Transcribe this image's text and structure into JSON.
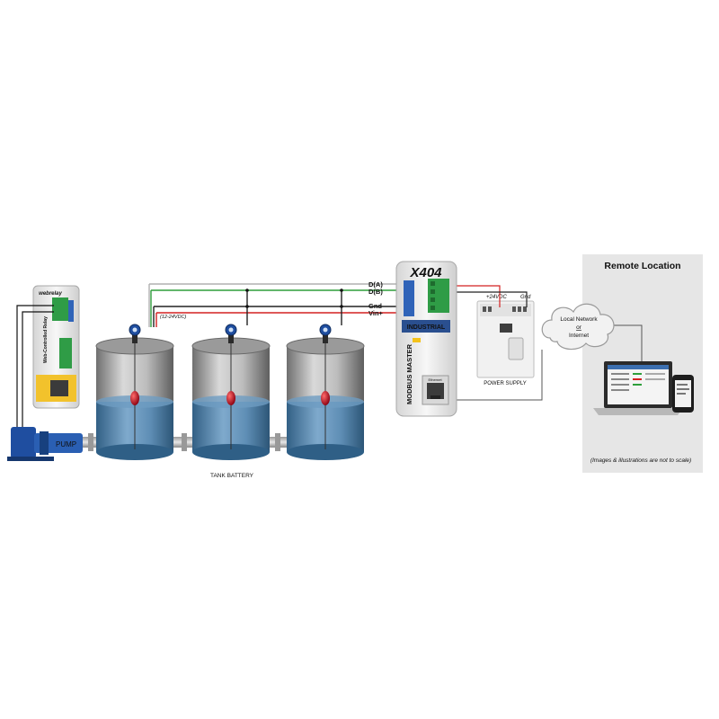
{
  "wires": {
    "d_a": "D(A)",
    "d_b": "D(B)",
    "gnd": "Gnd",
    "vin": "Vin+",
    "supply_note": "(12-24VDC)"
  },
  "relay": {
    "brand": "webrelay",
    "side_label": "Web-Controlled Relay"
  },
  "pump_label": "PUMP",
  "tank_battery_label": "TANK BATTERY",
  "master": {
    "model": "X404",
    "badge": "INDUSTRIAL",
    "vertical_label": "MODBUS MASTER",
    "port_label": "Ethernet"
  },
  "power_supply": {
    "voltage_label": "+24VDC",
    "gnd_label": "Gnd",
    "caption": "POWER SUPPLY"
  },
  "cloud": {
    "line1": "Local Network",
    "line2": "or",
    "line3": "Internet"
  },
  "remote": {
    "title": "Remote Location",
    "note": "(Images & illustrations are not to scale)"
  },
  "colors": {
    "wire_a": "#b0b0b0",
    "wire_b": "#2e9e3a",
    "wire_gnd": "#222222",
    "wire_vin": "#d42020",
    "tank_water": "#4f86b3",
    "tank_body": "#8c8c8c",
    "pump": "#1f4ea0",
    "float": "#c0102a",
    "panel_bg": "#e6e6e6"
  }
}
